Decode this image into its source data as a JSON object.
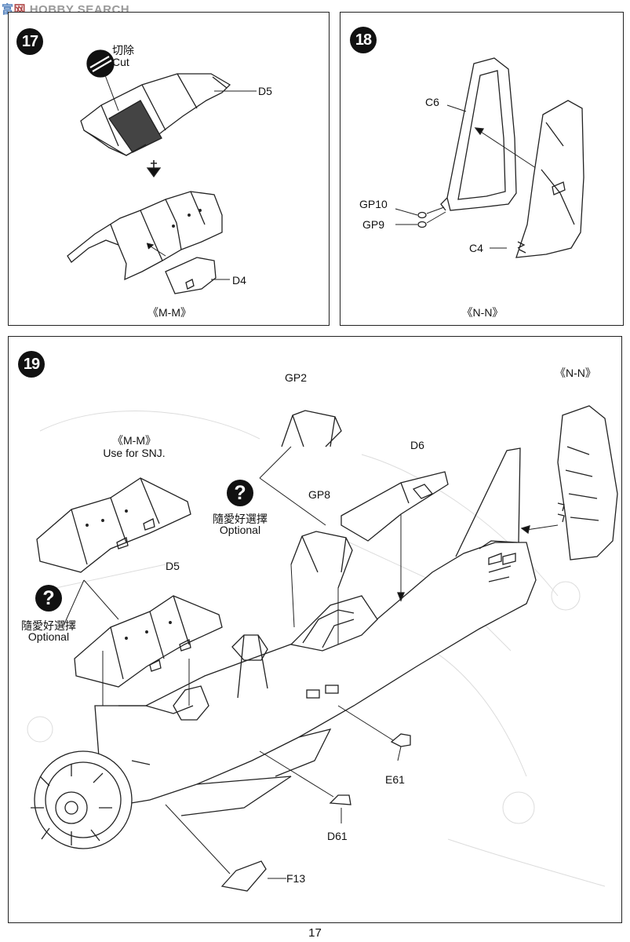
{
  "watermark": {
    "part1": "富",
    "part2": "网",
    "rest": "SEARCH",
    "mid": "HOBBY"
  },
  "page_number": "17",
  "step17": {
    "number": "17",
    "cut_label_cn": "切除",
    "cut_label_en": "Cut",
    "part_top": "D5",
    "part_bottom": "D4",
    "caption": "《M-M》"
  },
  "step18": {
    "number": "18",
    "parts": {
      "c6": "C6",
      "gp10": "GP10",
      "gp9": "GP9",
      "c4": "C4"
    },
    "caption": "《N-N》"
  },
  "step19": {
    "number": "19",
    "mm_label": "《M-M》",
    "use_for": "Use for SNJ.",
    "nn_label": "《N-N》",
    "optional_cn": "隨愛好選擇",
    "optional_en": "Optional",
    "parts": {
      "gp2": "GP2",
      "gp8": "GP8",
      "d6": "D6",
      "d5": "D5",
      "e61": "E61",
      "d61": "D61",
      "f13": "F13"
    }
  },
  "icons": [
    "cut-icon",
    "down-arrow-icon",
    "question-icon"
  ]
}
